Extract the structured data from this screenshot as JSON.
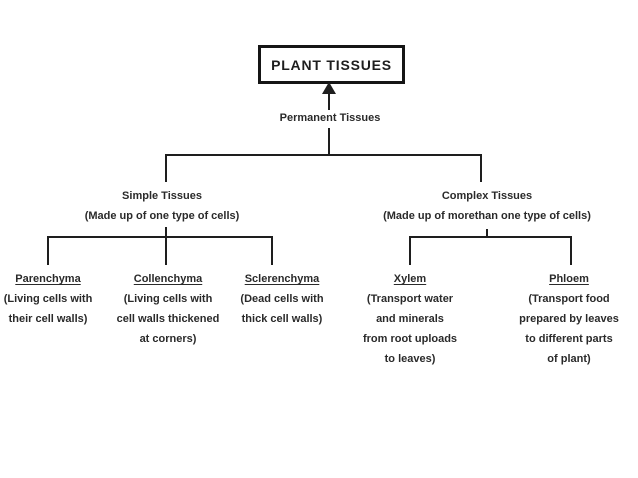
{
  "diagram": {
    "title": "Plant tissues classification flowchart",
    "root_label": "PLANT TISSUES",
    "level1_label": "Permanent Tissues",
    "branches": [
      {
        "title": "Simple Tissues",
        "subtitle": "(Made up of one type of cells)"
      },
      {
        "title": "Complex Tissues",
        "subtitle": "(Made up of morethan one type of cells)"
      }
    ],
    "leaves": [
      {
        "name": "Parenchyma",
        "lines": [
          "(Living cells with",
          "their cell walls)"
        ]
      },
      {
        "name": "Collenchyma",
        "lines": [
          "(Living cells with",
          "cell walls thickened",
          "at corners)"
        ]
      },
      {
        "name": "Sclerenchyma",
        "lines": [
          "(Dead cells with",
          "thick cell walls)"
        ]
      },
      {
        "name": "Xylem",
        "lines": [
          "(Transport water",
          "and minerals",
          "from root uploads",
          "to leaves)"
        ]
      },
      {
        "name": "Phloem",
        "lines": [
          "(Transport food",
          "prepared by leaves",
          "to different parts",
          "of plant)"
        ]
      }
    ],
    "colors": {
      "background": "#ffffff",
      "ink": "#1e1e1e",
      "text": "#2a2a2a"
    }
  }
}
